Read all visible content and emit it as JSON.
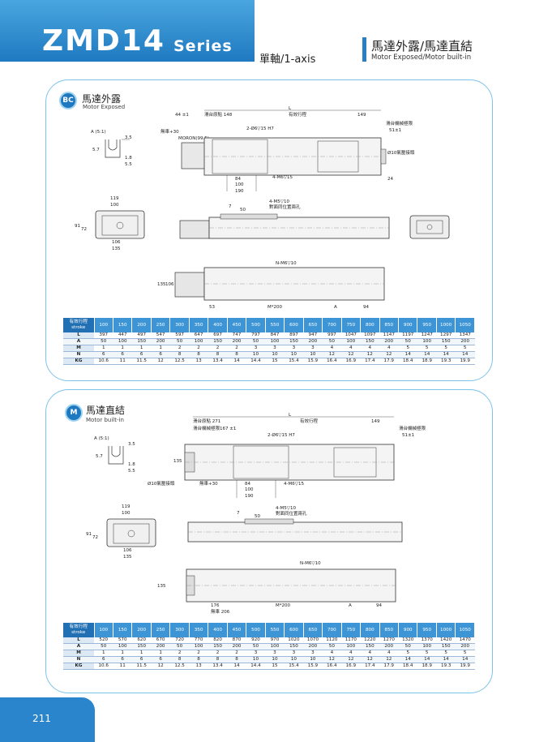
{
  "header": {
    "title": "ZMD14",
    "series_word": "Series",
    "axis_label": "單軸/1-axis",
    "heading_cn": "馬達外露/馬達直結",
    "heading_en": "Motor Exposed/Motor built-in",
    "accent_color": "#1f79c0"
  },
  "sections": {
    "bc": {
      "badge": "BC",
      "title_cn": "馬達外露",
      "title_en": "Motor Exposed",
      "top_view": {
        "dims": [
          "L",
          "滑台原點 148",
          "有效行程",
          "149",
          "滑台機械極限",
          "44 ±1",
          "51±1",
          "無車+30",
          "MORON(99.5)",
          "2-Ø6▽15 H7",
          "Ø10氣壓接頭",
          "24",
          "4-M6▽15",
          "84",
          "100",
          "190"
        ],
        "detail_a": [
          "A (5:1)",
          "3.5",
          "5.7",
          "1.8",
          "5.5"
        ]
      },
      "side_view": {
        "dims": [
          "119",
          "100",
          "91",
          "72",
          "A",
          "106",
          "135",
          "7",
          "50",
          "4-M5▽10",
          "對面同位置兩孔"
        ]
      },
      "bottom_view": {
        "dims": [
          "N-M6▽10",
          "135",
          "106",
          "53",
          "M*200",
          "A",
          "94"
        ]
      },
      "table": {
        "header_label": [
          "有效行程",
          "stroke"
        ],
        "strokes": [
          "100",
          "150",
          "200",
          "250",
          "300",
          "350",
          "400",
          "450",
          "500",
          "550",
          "600",
          "650",
          "700",
          "750",
          "800",
          "850",
          "900",
          "950",
          "1000",
          "1050"
        ],
        "rows": [
          {
            "label": "L",
            "values": [
              "397",
              "447",
              "497",
              "547",
              "597",
              "647",
              "697",
              "747",
              "797",
              "847",
              "897",
              "947",
              "997",
              "1047",
              "1097",
              "1147",
              "1197",
              "1247",
              "1297",
              "1347"
            ]
          },
          {
            "label": "A",
            "values": [
              "50",
              "100",
              "150",
              "200",
              "50",
              "100",
              "150",
              "200",
              "50",
              "100",
              "150",
              "200",
              "50",
              "100",
              "150",
              "200",
              "50",
              "100",
              "150",
              "200"
            ]
          },
          {
            "label": "M",
            "values": [
              "1",
              "1",
              "1",
              "1",
              "2",
              "2",
              "2",
              "2",
              "3",
              "3",
              "3",
              "3",
              "4",
              "4",
              "4",
              "4",
              "5",
              "5",
              "5",
              "5"
            ]
          },
          {
            "label": "N",
            "values": [
              "6",
              "6",
              "6",
              "6",
              "8",
              "8",
              "8",
              "8",
              "10",
              "10",
              "10",
              "10",
              "12",
              "12",
              "12",
              "12",
              "14",
              "14",
              "14",
              "14"
            ]
          },
          {
            "label": "KG",
            "values": [
              "10.6",
              "11",
              "11.5",
              "12",
              "12.5",
              "13",
              "13.4",
              "14",
              "14.4",
              "15",
              "15.4",
              "15.9",
              "16.4",
              "16.9",
              "17.4",
              "17.9",
              "18.4",
              "18.9",
              "19.3",
              "19.9"
            ]
          }
        ]
      }
    },
    "m": {
      "badge": "M",
      "title_cn": "馬達直結",
      "title_en": "Motor built-in",
      "top_view": {
        "dims": [
          "L",
          "滑台原點 271",
          "有效行程",
          "149",
          "滑台機械極限",
          "滑台機械極限167 ±1",
          "51±1",
          "2-Ø6▽15 H7",
          "135",
          "Ø10氣壓接頭",
          "無車+30",
          "4-M6▽15",
          "84",
          "100",
          "190"
        ],
        "detail_a": [
          "A (5:1)",
          "3.5",
          "5.7",
          "1.8",
          "5.5"
        ]
      },
      "side_view": {
        "dims": [
          "119",
          "100",
          "91",
          "72",
          "A",
          "106",
          "135",
          "7",
          "50",
          "4-M5▽10",
          "對面同位置兩孔"
        ]
      },
      "bottom_view": {
        "dims": [
          "N-M6▽10",
          "135",
          "176",
          "M*200",
          "A",
          "94",
          "無車 206"
        ]
      },
      "table": {
        "header_label": [
          "有效行程",
          "stroke"
        ],
        "strokes": [
          "100",
          "150",
          "200",
          "250",
          "300",
          "350",
          "400",
          "450",
          "500",
          "550",
          "600",
          "650",
          "700",
          "750",
          "800",
          "850",
          "900",
          "950",
          "1000",
          "1050"
        ],
        "rows": [
          {
            "label": "L",
            "values": [
              "520",
              "570",
              "620",
              "670",
              "720",
              "770",
              "820",
              "870",
              "920",
              "970",
              "1020",
              "1070",
              "1120",
              "1170",
              "1220",
              "1270",
              "1320",
              "1370",
              "1420",
              "1470"
            ]
          },
          {
            "label": "A",
            "values": [
              "50",
              "100",
              "150",
              "200",
              "50",
              "100",
              "150",
              "200",
              "50",
              "100",
              "150",
              "200",
              "50",
              "100",
              "150",
              "200",
              "50",
              "100",
              "150",
              "200"
            ]
          },
          {
            "label": "M",
            "values": [
              "1",
              "1",
              "1",
              "1",
              "2",
              "2",
              "2",
              "2",
              "3",
              "3",
              "3",
              "3",
              "4",
              "4",
              "4",
              "4",
              "5",
              "5",
              "5",
              "5"
            ]
          },
          {
            "label": "N",
            "values": [
              "6",
              "6",
              "6",
              "6",
              "8",
              "8",
              "8",
              "8",
              "10",
              "10",
              "10",
              "10",
              "12",
              "12",
              "12",
              "12",
              "14",
              "14",
              "14",
              "14"
            ]
          },
          {
            "label": "KG",
            "values": [
              "10.6",
              "11",
              "11.5",
              "12",
              "12.5",
              "13",
              "13.4",
              "14",
              "14.4",
              "15",
              "15.4",
              "15.9",
              "16.4",
              "16.9",
              "17.4",
              "17.9",
              "18.4",
              "18.9",
              "19.3",
              "19.9"
            ]
          }
        ]
      }
    }
  },
  "footer": {
    "page_number": "211"
  }
}
